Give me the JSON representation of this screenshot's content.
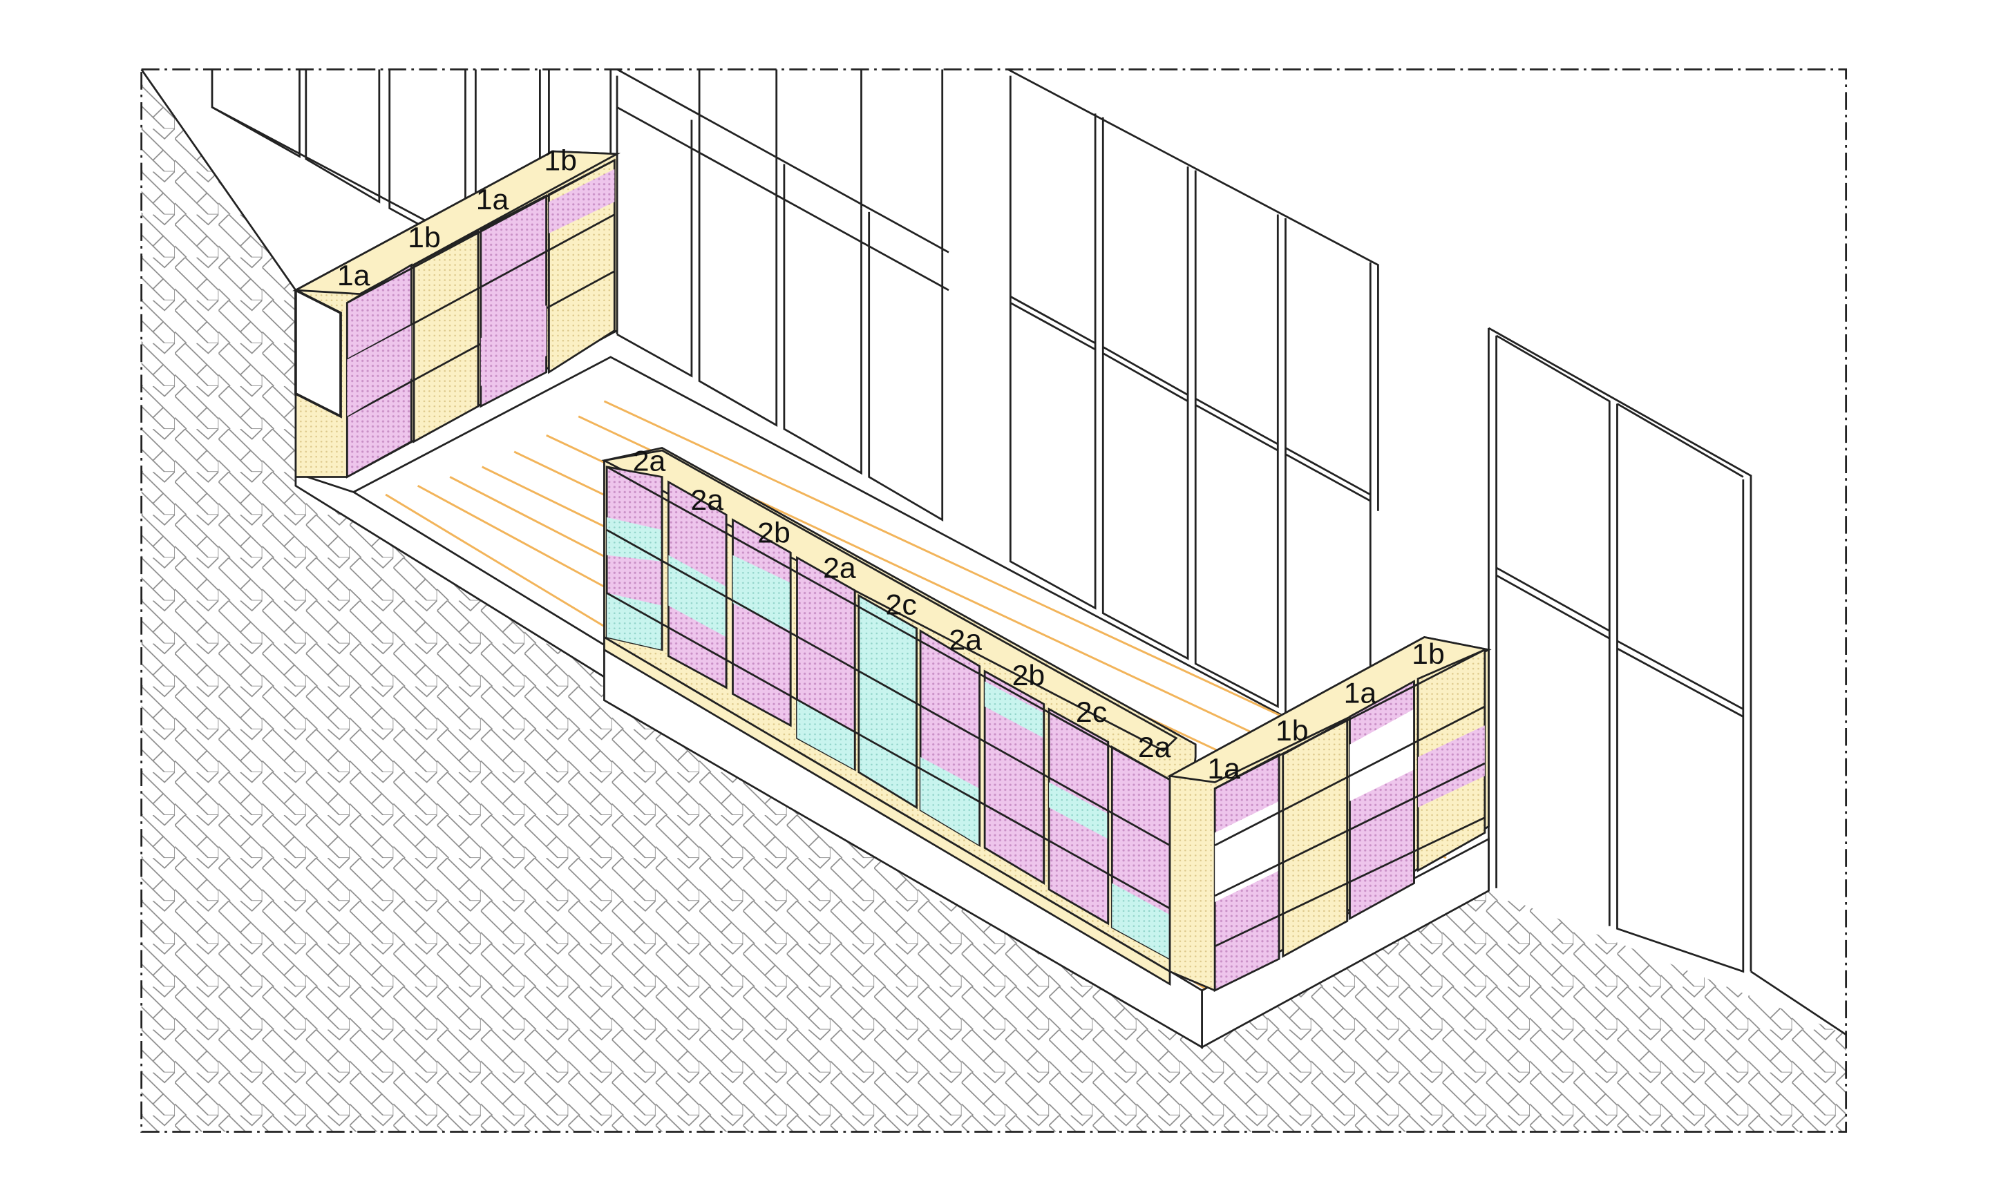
{
  "colors": {
    "frame_yellow": "#fbf0c4",
    "shelf_pink": "#eec5ec",
    "shelf_cyan": "#c8f4ee",
    "plank_line": "#f2b45a",
    "line": "#222222",
    "floor_pattern": "#8a8a8a",
    "background": "#ffffff"
  },
  "drawing": {
    "boundary_style": "dash-dot",
    "floor_pattern": "herringbone"
  },
  "module_labels": {
    "left_unit": [
      "1a",
      "1b",
      "1a",
      "1b"
    ],
    "middle_unit": [
      "2a",
      "2a",
      "2b",
      "2a",
      "2c",
      "2a",
      "2b",
      "2c",
      "2a"
    ],
    "right_unit": [
      "1a",
      "1b",
      "1a",
      "1b"
    ]
  }
}
